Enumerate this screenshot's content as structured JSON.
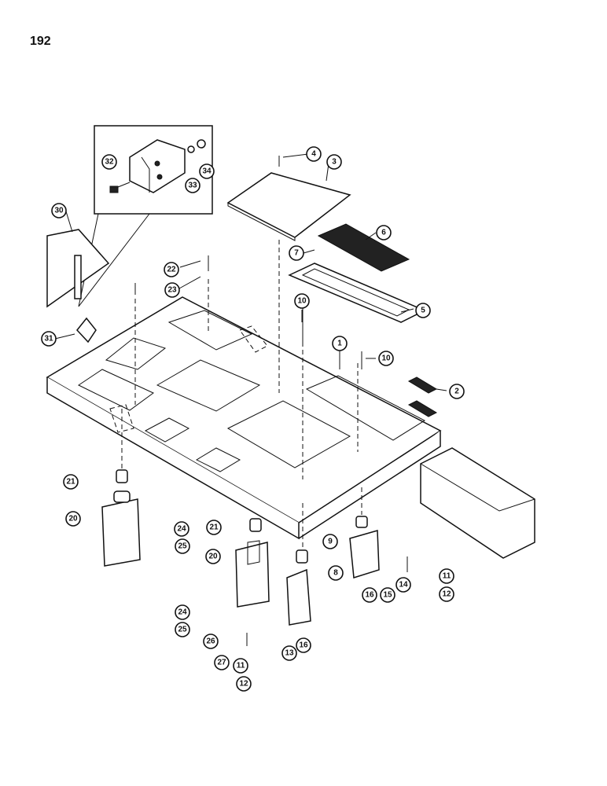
{
  "page_number": "192",
  "callouts": [
    {
      "id": "c1",
      "label": "1"
    },
    {
      "id": "c2",
      "label": "2"
    },
    {
      "id": "c3",
      "label": "3"
    },
    {
      "id": "c4",
      "label": "4"
    },
    {
      "id": "c5",
      "label": "5"
    },
    {
      "id": "c6",
      "label": "6"
    },
    {
      "id": "c7",
      "label": "7"
    },
    {
      "id": "c8",
      "label": "8"
    },
    {
      "id": "c9",
      "label": "9"
    },
    {
      "id": "c10a",
      "label": "10"
    },
    {
      "id": "c10b",
      "label": "10"
    },
    {
      "id": "c11a",
      "label": "11"
    },
    {
      "id": "c11b",
      "label": "11"
    },
    {
      "id": "c12a",
      "label": "12"
    },
    {
      "id": "c12b",
      "label": "12"
    },
    {
      "id": "c13",
      "label": "13"
    },
    {
      "id": "c14",
      "label": "14"
    },
    {
      "id": "c15",
      "label": "15"
    },
    {
      "id": "c16a",
      "label": "16"
    },
    {
      "id": "c16b",
      "label": "16"
    },
    {
      "id": "c20a",
      "label": "20"
    },
    {
      "id": "c20b",
      "label": "20"
    },
    {
      "id": "c21a",
      "label": "21"
    },
    {
      "id": "c21b",
      "label": "21"
    },
    {
      "id": "c22",
      "label": "22"
    },
    {
      "id": "c23",
      "label": "23"
    },
    {
      "id": "c24a",
      "label": "24"
    },
    {
      "id": "c24b",
      "label": "24"
    },
    {
      "id": "c25a",
      "label": "25"
    },
    {
      "id": "c25b",
      "label": "25"
    },
    {
      "id": "c26",
      "label": "26"
    },
    {
      "id": "c27",
      "label": "27"
    },
    {
      "id": "c30",
      "label": "30"
    },
    {
      "id": "c31",
      "label": "31"
    },
    {
      "id": "c32",
      "label": "32"
    },
    {
      "id": "c33",
      "label": "33"
    },
    {
      "id": "c34",
      "label": "34"
    }
  ]
}
